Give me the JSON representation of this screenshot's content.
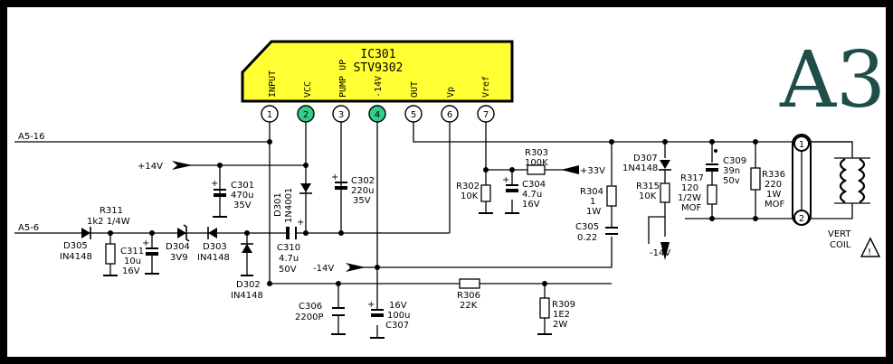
{
  "ic": {
    "name": "IC301",
    "part": "STV9302",
    "body_color": "#ffff33",
    "highlight_color": "#33cc88"
  },
  "pins": [
    {
      "num": "1",
      "label": "INPUT"
    },
    {
      "num": "2",
      "label": "VCC"
    },
    {
      "num": "3",
      "label": "PUMP UP"
    },
    {
      "num": "4",
      "label": "-14V"
    },
    {
      "num": "5",
      "label": "OUT"
    },
    {
      "num": "6",
      "label": "Vp"
    },
    {
      "num": "7",
      "label": "Vref"
    }
  ],
  "sheet_label": "A3",
  "connectors": {
    "a5_16": "A5-16",
    "a5_6": "A5-6"
  },
  "rails": {
    "p14": "+14V",
    "m14": "-14V",
    "m14b": "-14V",
    "p33": "+33V"
  },
  "parts": {
    "c301": [
      "C301",
      "470u",
      "35V"
    ],
    "d301": [
      "D301",
      "1N4001"
    ],
    "c302": [
      "C302",
      "220u",
      "35V"
    ],
    "r311": [
      "R311",
      "1k2 1/4W"
    ],
    "d305": [
      "D305",
      "IN4148"
    ],
    "c311": [
      "C311",
      "10u",
      "16V"
    ],
    "d304": [
      "D304",
      "3V9"
    ],
    "d303": [
      "D303",
      "IN4148"
    ],
    "d302": [
      "D302",
      "IN4148"
    ],
    "c310": [
      "C310",
      "4.7u",
      "50V"
    ],
    "c306": [
      "C306",
      "2200P"
    ],
    "c307": [
      "16V",
      "100u",
      "C307"
    ],
    "r306": [
      "R306",
      "22K"
    ],
    "r309": [
      "R309",
      "1E2",
      "2W"
    ],
    "r302": [
      "R302",
      "10K"
    ],
    "c304": [
      "C304",
      "4.7u",
      "16V"
    ],
    "r303": [
      "R303",
      "100K"
    ],
    "r304": [
      "R304",
      "1",
      "1W"
    ],
    "c305": [
      "C305",
      "0.22"
    ],
    "d307": [
      "D307",
      "1N4148"
    ],
    "r315": [
      "R315",
      "10K"
    ],
    "r317": [
      "R317",
      "120",
      "1/2W",
      "MOF"
    ],
    "c309": [
      "C309",
      "39n",
      "50v"
    ],
    "r336": [
      "R336",
      "220",
      "1W",
      "MOF"
    ]
  },
  "coil": {
    "label1": "VERT",
    "label2": "COIL",
    "pin1": "1",
    "pin2": "2"
  }
}
